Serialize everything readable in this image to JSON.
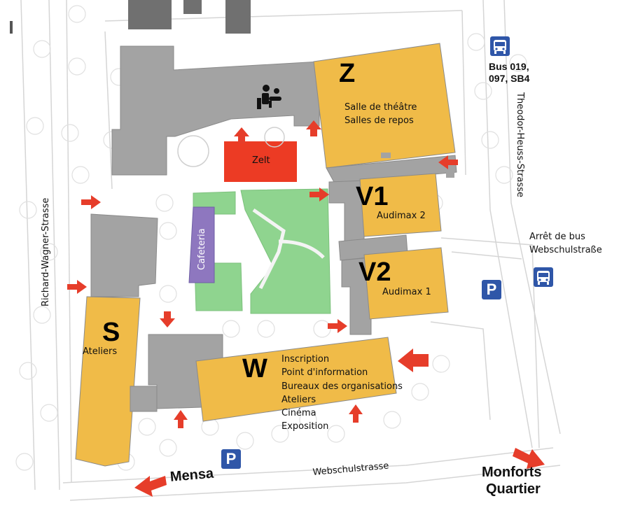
{
  "buildings": {
    "Z": {
      "letter": "Z",
      "lines": [
        "Salle de théâtre",
        "Salles de repos"
      ]
    },
    "V1": {
      "letter": "V1",
      "lines": [
        "Audimax 2"
      ]
    },
    "V2": {
      "letter": "V2",
      "lines": [
        "Audimax 1"
      ]
    },
    "S": {
      "letter": "S",
      "lines": [
        "Ateliers"
      ]
    },
    "W": {
      "letter": "W",
      "lines": [
        "Inscription",
        "Point d'information",
        "Bureaux des organisations",
        "Ateliers",
        "Cinéma",
        "Exposition"
      ]
    }
  },
  "zelt": "Zelt",
  "cafeteria": "Cafeteria",
  "bus_top": {
    "line1": "Bus 019,",
    "line2": "097, SB4"
  },
  "bus_stop": {
    "line1": "Arrêt de bus",
    "line2": "Webschulstraße"
  },
  "streets": {
    "theodor": "Theodor-Heuss-Strasse",
    "richard": "Richard-Wagner-Strasse",
    "webschul": "Webschulstrasse"
  },
  "destinations": {
    "mensa": "Mensa",
    "monforts1": "Monforts",
    "monforts2": "Quartier"
  },
  "parking_label": "P",
  "colors": {
    "yellow": "#f0bb48",
    "gray": "#a3a3a3",
    "green": "#8fd48f",
    "red_zelt": "#ec3b24",
    "purple": "#8e77bf",
    "arrow": "#e63d2a",
    "blue": "#2f56a8"
  },
  "icons": [
    "baby-changing-icon",
    "bus-icon",
    "parking-icon",
    "entrance-arrow-icon",
    "tree-icon"
  ]
}
